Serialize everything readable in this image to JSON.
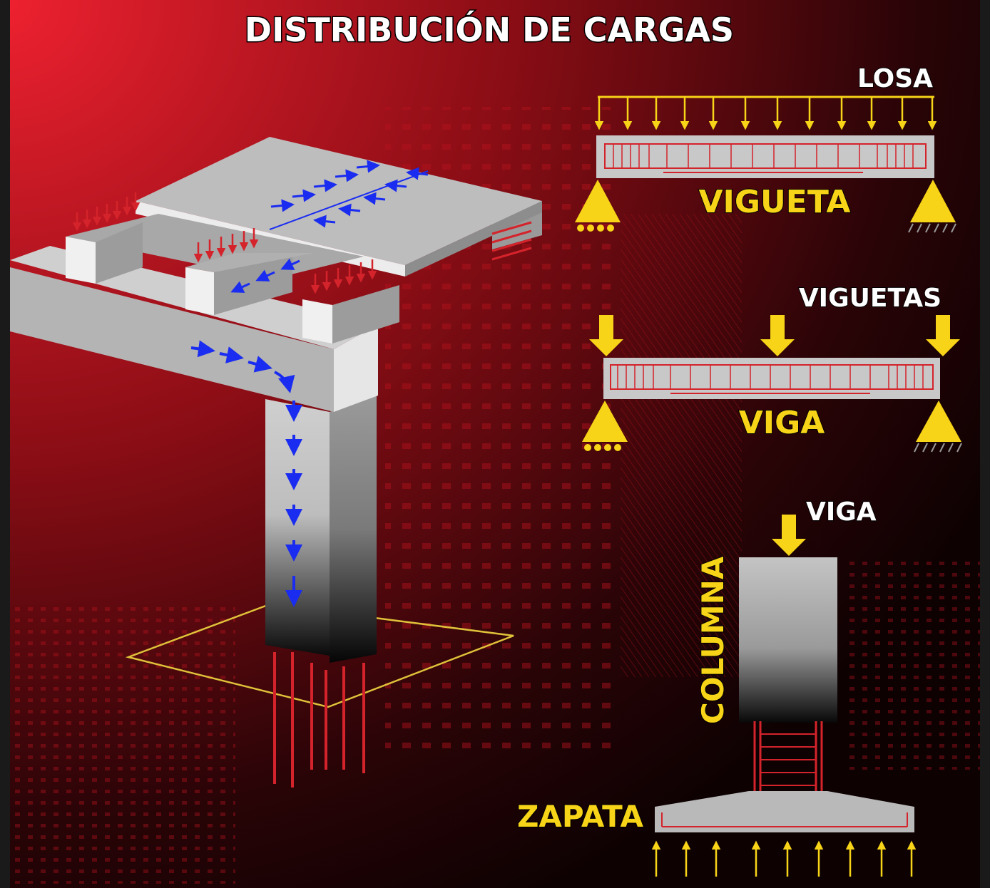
{
  "title": "DISTRIBUCIÓN DE CARGAS",
  "labels": {
    "losa": "LOSA",
    "vigueta": "VIGUETA",
    "viguetas": "VIGUETAS",
    "viga_beam": "VIGA",
    "viga_load": "VIGA",
    "columna": "COLUMNA",
    "zapata": "ZAPATA"
  },
  "colors": {
    "accent_yellow": "#f7d417",
    "load_red": "#d4232b",
    "flow_blue": "#1a2cf0",
    "concrete": "#c8c8c8",
    "bg_red": "#e0212b"
  }
}
